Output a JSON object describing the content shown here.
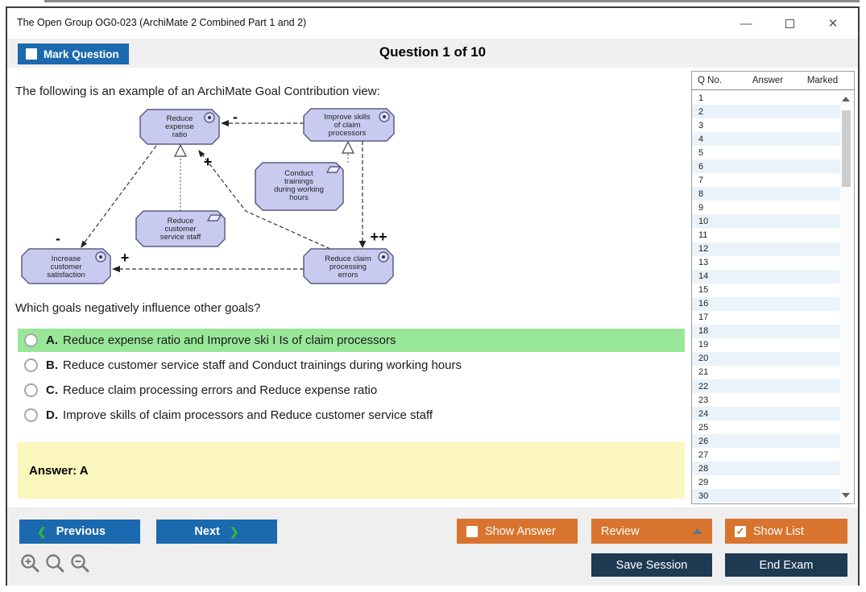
{
  "window": {
    "title": "The Open Group OG0-023 (ArchiMate 2 Combined Part 1 and 2)",
    "controls": {
      "minimize": "—",
      "close": "✕"
    }
  },
  "header": {
    "mark_question_label": "Mark Question",
    "question_counter": "Question 1 of 10"
  },
  "question": {
    "intro": "The following is an example of an ArchiMate Goal Contribution view:",
    "prompt": "Which goals negatively influence other goals?",
    "options": [
      {
        "letter": "A.",
        "text": "Reduce expense ratio and Improve ski I Is of claim processors",
        "highlighted": true
      },
      {
        "letter": "B.",
        "text": "Reduce customer service staff and Conduct trainings during working hours",
        "highlighted": false
      },
      {
        "letter": "C.",
        "text": "Reduce claim processing errors and Reduce expense ratio",
        "highlighted": false
      },
      {
        "letter": "D.",
        "text": "Improve skills of claim processors and Reduce customer service staff",
        "highlighted": false
      }
    ],
    "answer": "Answer: A"
  },
  "diagram": {
    "nodes": {
      "reduce_expense": {
        "type": "goal",
        "lines": [
          "Reduce",
          "expense",
          "ratio"
        ]
      },
      "improve_skills": {
        "type": "goal",
        "lines": [
          "Improve skills",
          "of claim",
          "processors"
        ]
      },
      "conduct_trainings": {
        "type": "requirement",
        "lines": [
          "Conduct",
          "trainings",
          "during working",
          "hours"
        ]
      },
      "reduce_staff": {
        "type": "requirement",
        "lines": [
          "Reduce",
          "customer",
          "service staff"
        ]
      },
      "increase_satisfaction": {
        "type": "goal",
        "lines": [
          "Increase",
          "customer",
          "satisfaction"
        ]
      },
      "reduce_errors": {
        "type": "goal",
        "lines": [
          "Reduce claim",
          "processing",
          "errors"
        ]
      }
    },
    "edge_labels": {
      "skills_to_expense": "-",
      "errors_to_expense": "+",
      "expense_to_satisfaction": "-",
      "skills_to_errors": "++",
      "errors_to_satisfaction": "+"
    }
  },
  "sidebar": {
    "columns": [
      "Q No.",
      "Answer",
      "Marked"
    ],
    "rows": [
      "1",
      "2",
      "3",
      "4",
      "5",
      "6",
      "7",
      "8",
      "9",
      "10",
      "11",
      "12",
      "13",
      "14",
      "15",
      "16",
      "17",
      "18",
      "19",
      "20",
      "21",
      "22",
      "23",
      "24",
      "25",
      "26",
      "27",
      "28",
      "29",
      "30"
    ]
  },
  "footer": {
    "previous_label": "Previous",
    "next_label": "Next",
    "prev_icon": "❮",
    "next_icon": "❯",
    "show_answer_label": "Show Answer",
    "review_label": "Review",
    "show_list_label": "Show List",
    "save_session_label": "Save Session",
    "end_exam_label": "End Exam",
    "check_icon": "✓"
  },
  "colors": {
    "accent_blue": "#1b69ae",
    "accent_orange": "#d9742e",
    "navy": "#1e3a52",
    "highlight_green": "#98e798",
    "answer_yellow": "#fbf7bd",
    "diagram_fill": "#c9caf0",
    "diagram_stroke": "#5c5c85"
  }
}
